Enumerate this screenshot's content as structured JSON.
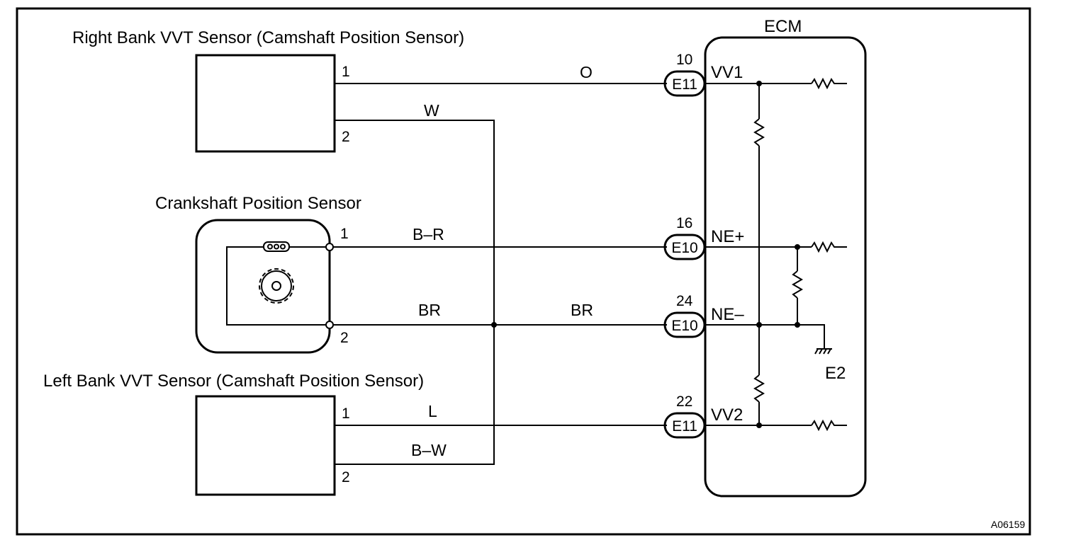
{
  "components": {
    "right_sensor_title": "Right Bank VVT Sensor (Camshaft Position Sensor)",
    "crank_sensor_title": "Crankshaft Position Sensor",
    "left_sensor_title": "Left Bank VVT Sensor (Camshaft Position Sensor)",
    "ecm_title": "ECM"
  },
  "sensor_pins": {
    "right_1": "1",
    "right_2": "2",
    "crank_1": "1",
    "crank_2": "2",
    "left_1": "1",
    "left_2": "2"
  },
  "wires": {
    "right_1": "O",
    "right_2": "W",
    "crank_1": "B–R",
    "crank_2": "BR",
    "common": "BR",
    "left_1": "L",
    "left_2": "B–W"
  },
  "ecm_pins": [
    {
      "number": "10",
      "connector": "E11",
      "terminal": "VV1"
    },
    {
      "number": "16",
      "connector": "E10",
      "terminal": "NE+"
    },
    {
      "number": "24",
      "connector": "E10",
      "terminal": "NE–"
    },
    {
      "number": "22",
      "connector": "E11",
      "terminal": "VV2"
    }
  ],
  "ground_label": "E2",
  "figure_code": "A06159"
}
